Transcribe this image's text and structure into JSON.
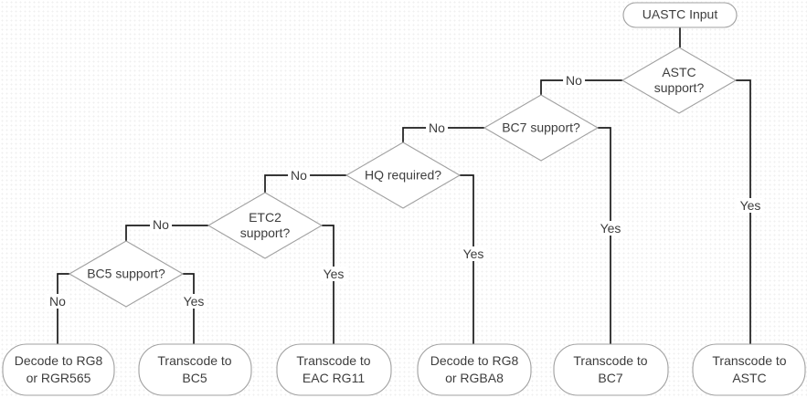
{
  "colors": {
    "shape_border": "#a0a0a0",
    "connector": "#1b1b1b",
    "text": "#3d3d3d",
    "background": "#ffffff"
  },
  "flowchart": {
    "start": {
      "label": "UASTC Input"
    },
    "decisions": [
      {
        "label": "ASTC support?",
        "no_label": "No",
        "yes_label": "Yes"
      },
      {
        "label": "BC7 support?",
        "no_label": "No",
        "yes_label": "Yes"
      },
      {
        "label": "HQ required?",
        "no_label": "No",
        "yes_label": "Yes"
      },
      {
        "label": "ETC2 support?",
        "no_label": "No",
        "yes_label": "Yes"
      },
      {
        "label": "BC5 support?",
        "no_label": "No",
        "yes_label": "Yes"
      }
    ],
    "terminals": [
      {
        "label": "Decode to RG8 or RGR565"
      },
      {
        "label": "Transcode to BC5"
      },
      {
        "label": "Transcode to EAC RG11"
      },
      {
        "label": "Decode to RG8 or RGBA8"
      },
      {
        "label": "Transcode to BC7"
      },
      {
        "label": "Transcode to ASTC"
      }
    ]
  }
}
